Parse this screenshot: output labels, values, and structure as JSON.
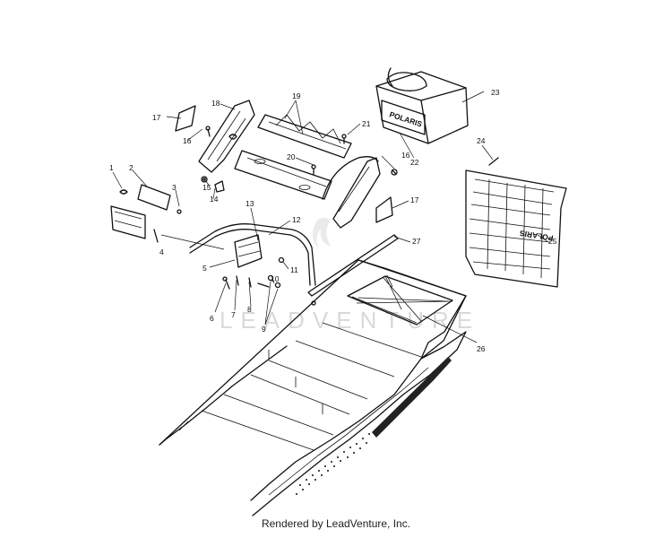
{
  "diagram": {
    "watermark": "LEADVENTURE",
    "decal_front": "POLARIS",
    "decal_flap": "POLARIS",
    "callouts": [
      "1",
      "2",
      "3",
      "4",
      "5",
      "6",
      "7",
      "8",
      "9",
      "10",
      "11",
      "12",
      "13",
      "14",
      "15",
      "16",
      "16",
      "17",
      "17",
      "18",
      "19",
      "20",
      "21",
      "22",
      "23",
      "24",
      "25",
      "26",
      "27"
    ]
  },
  "footer": {
    "text": "Rendered by LeadVenture, Inc."
  }
}
